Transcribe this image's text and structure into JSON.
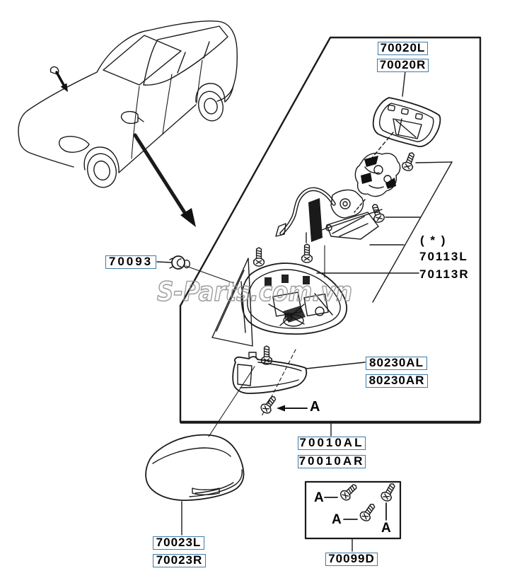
{
  "watermark": {
    "text": "S-Parts.com.vn",
    "color": "#8f8f8f"
  },
  "colors": {
    "line": "#1a1a1a",
    "label_box_border": "#3e7ca8",
    "label_text": "#000000",
    "background": "#ffffff"
  },
  "part_labels": {
    "mirror_glass_left": "70020L",
    "mirror_glass_right": "70020R",
    "grommet": "70093",
    "asterisk_note": "( * )",
    "mirror_inner_asm_left": "70113L",
    "mirror_inner_asm_right": "70113R",
    "turn_lamp_left": "80230AL",
    "turn_lamp_right": "80230AR",
    "mirror_asm_left": "70010AL",
    "mirror_asm_right": "70010AR",
    "cover_left": "70023L",
    "cover_right": "70023R",
    "screw_kit": "70099D",
    "screw_marker": "A"
  },
  "icons": {
    "car_location_arrow": "solid black arrow pointing from door mirror to exploded view",
    "mirror_position_arrow": "small solid arrow marking mirror position on car"
  }
}
